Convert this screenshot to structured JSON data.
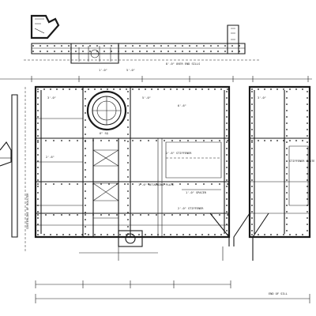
{
  "labels": {
    "top_note": "8'-0\" OVER END SILLS",
    "top_dim_left": "1'-0\"",
    "top_dim_mid": "5'-0\"",
    "panel_a_top": "3'-0\"",
    "panel_a_mid": "2'-6\"",
    "panel_a_tank": "5'-0\"",
    "tank_label": "6\" SQ",
    "panel_b_note": "6'-6\"",
    "panel_b_a": "2'-6\" STIFFENER",
    "panel_b_b": "1'-6\" RETAINING PLATE",
    "panel_b_c": "1'-0\" SPACER",
    "panel_b_d": "2'-0\" STIFFENER",
    "panel_c_top": "3'-0\"",
    "panel_c_note": "STIFFENER PLATE",
    "bottom_right": "END OF SILL",
    "side_vertical": "CENTERLINE OF BOLSTER"
  }
}
